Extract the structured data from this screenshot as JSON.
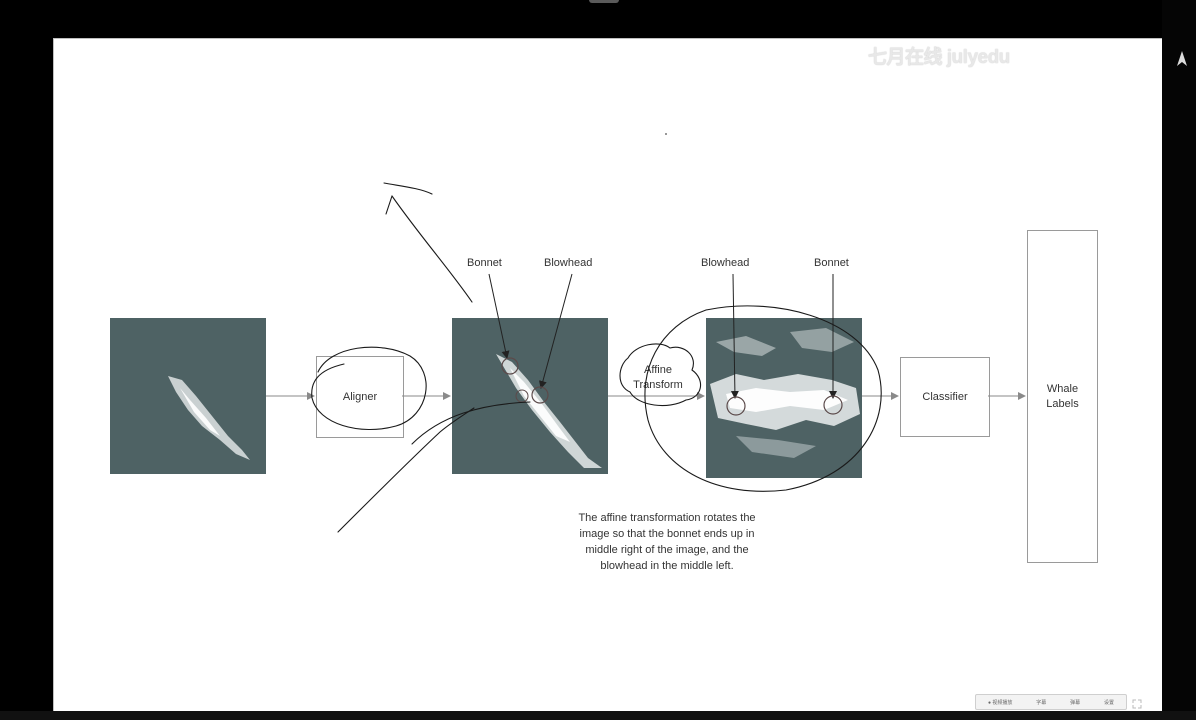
{
  "watermark": "七月在线 julyedu",
  "labels": {
    "bonnet_left": "Bonnet",
    "blowhead_left": "Blowhead",
    "blowhead_right": "Blowhead",
    "bonnet_right": "Bonnet"
  },
  "nodes": {
    "aligner": "Aligner",
    "affine_line1": "Affine",
    "affine_line2": "Transform",
    "classifier": "Classifier",
    "whale_line1": "Whale",
    "whale_line2": "Labels"
  },
  "caption": {
    "line1": "The affine transformation rotates the",
    "line2": "image so that the bonnet ends up in",
    "line3": "middle right of the image, and the",
    "line4": "blowhead in the middle left."
  },
  "player": {
    "btn1": "● 视频播放",
    "btn2": "字幕",
    "btn3": "弹幕",
    "btn4": "设置"
  },
  "colors": {
    "panel": "#4e6264",
    "annotation_ink": "#1a1a1a",
    "arrow": "#8a8a8a"
  }
}
